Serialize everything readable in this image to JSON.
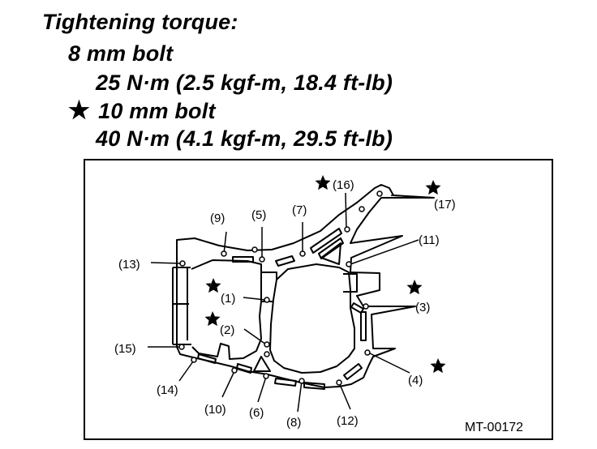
{
  "spec": {
    "title": "Tightening torque:",
    "bolt_8mm": "8 mm bolt",
    "torque_8mm": "25 N·m (2.5 kgf-m, 18.4 ft-lb)",
    "star_symbol": "★",
    "bolt_10mm": "10 mm bolt",
    "torque_10mm": "40 N·m (4.1 kgf-m, 29.5 ft-lb)"
  },
  "diagram": {
    "code": "MT-00172",
    "bolts": {
      "b1": "(1)",
      "b2": "(2)",
      "b3": "(3)",
      "b4": "(4)",
      "b5": "(5)",
      "b6": "(6)",
      "b7": "(7)",
      "b8": "(8)",
      "b9": "(9)",
      "b10": "(10)",
      "b11": "(11)",
      "b12": "(12)",
      "b13": "(13)",
      "b14": "(14)",
      "b15": "(15)",
      "b16": "(16)",
      "b17": "(17)"
    }
  }
}
